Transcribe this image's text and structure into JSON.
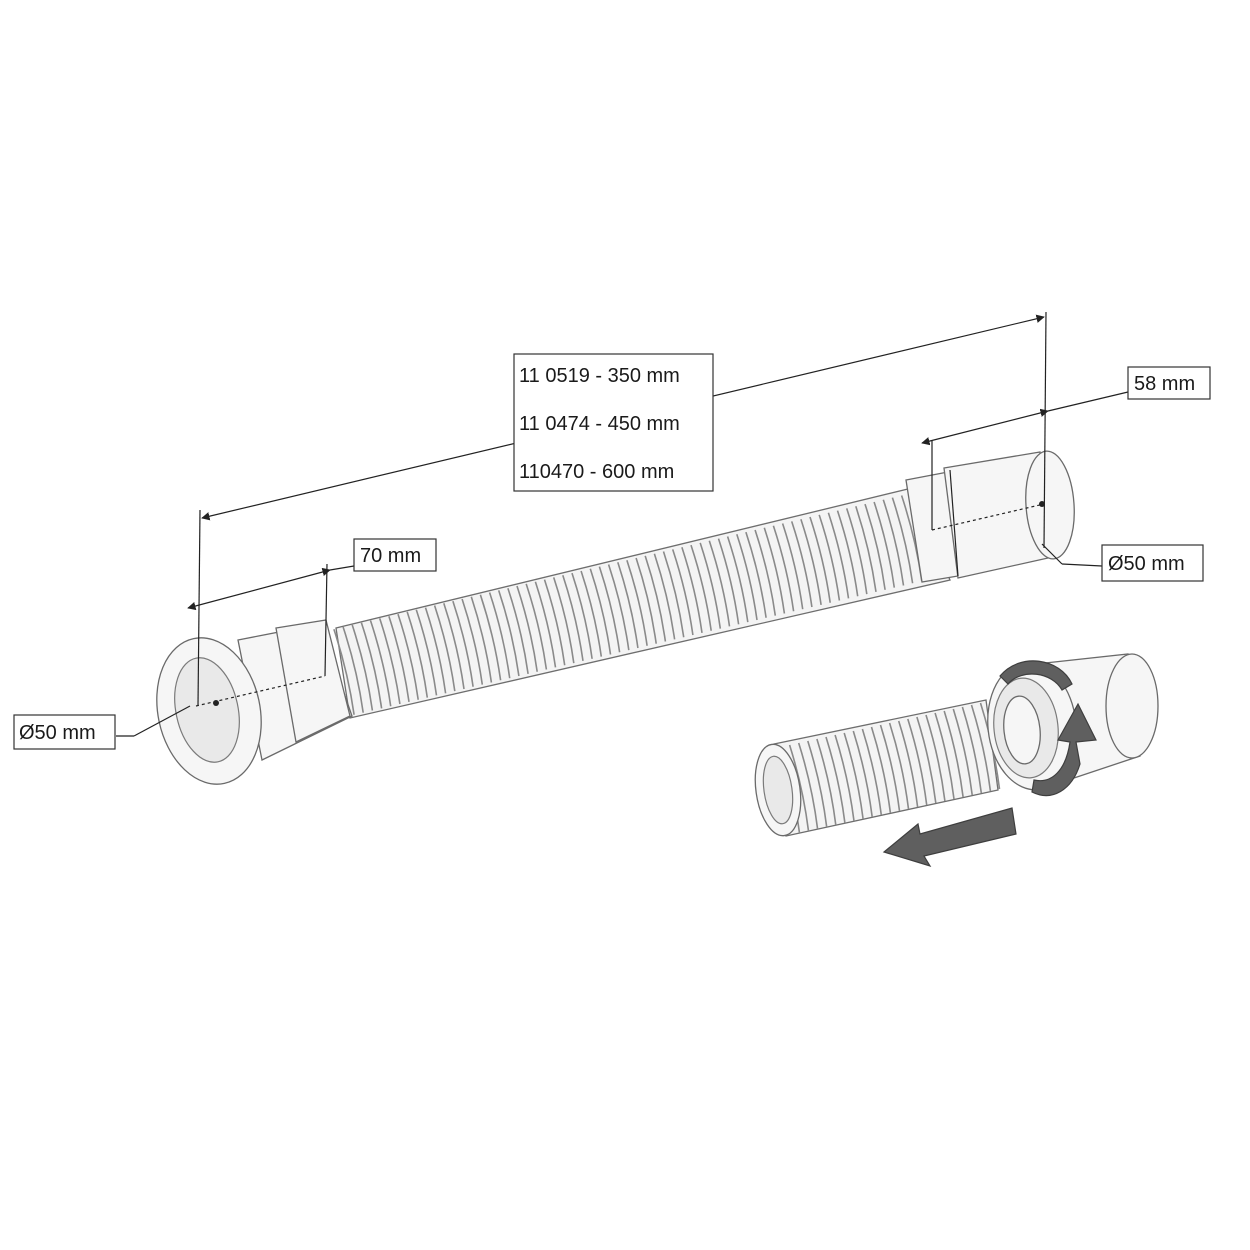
{
  "labels": {
    "length_line1": "11 0519 - 350 mm",
    "length_line2": "11 0474 - 450 mm",
    "length_line3": "110470 - 600 mm",
    "socket_length": "70 mm",
    "sleeve_length": "58 mm",
    "diameter_right": "Ø50 mm",
    "diameter_left": "Ø50 mm"
  },
  "icons": {
    "rotate": "rotate-arrow-icon",
    "pull": "pull-arrow-icon"
  },
  "colors": {
    "arrow": "#5f5f5f",
    "hose_rib": "#8a8a8a",
    "line": "#222222"
  }
}
